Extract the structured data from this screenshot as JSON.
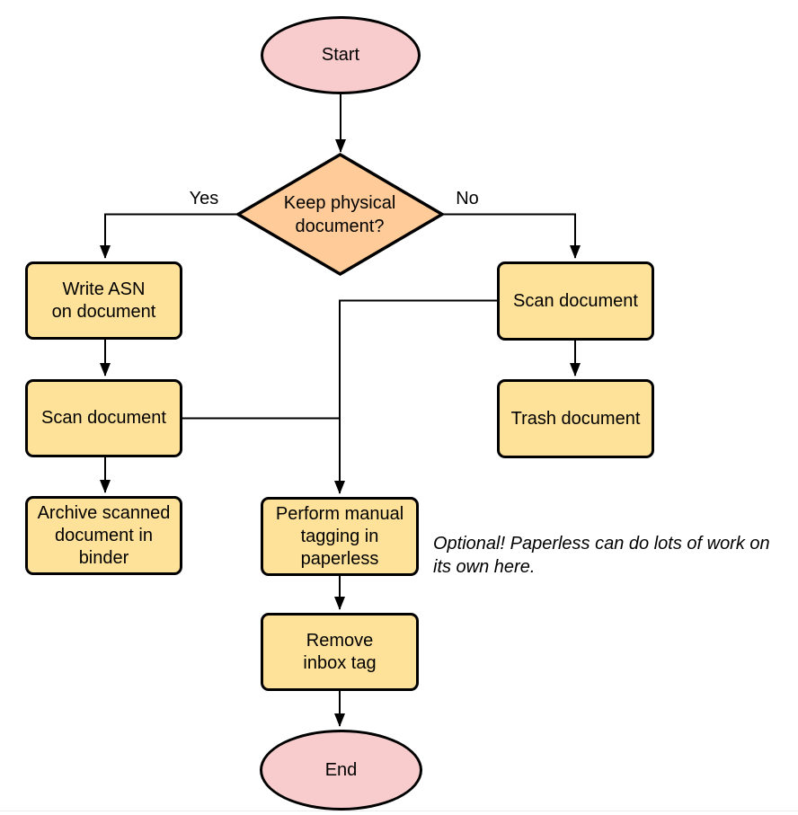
{
  "colors": {
    "process_fill": "#FFE299",
    "terminal_fill": "#F8CCCC",
    "decision_fill": "#FFCC99",
    "stroke": "#000000"
  },
  "nodes": {
    "start": {
      "type": "terminal",
      "label": "Start"
    },
    "decision": {
      "type": "decision",
      "label": "Keep physical\ndocument?"
    },
    "write_asn": {
      "type": "process",
      "label": "Write ASN\non document"
    },
    "scan_left": {
      "type": "process",
      "label": "Scan document"
    },
    "archive": {
      "type": "process",
      "label": "Archive scanned\ndocument in\nbinder"
    },
    "scan_right": {
      "type": "process",
      "label": "Scan document"
    },
    "trash": {
      "type": "process",
      "label": "Trash document"
    },
    "tagging": {
      "type": "process",
      "label": "Perform manual\ntagging in\npaperless"
    },
    "remove_inbox": {
      "type": "process",
      "label": "Remove\ninbox tag"
    },
    "end": {
      "type": "terminal",
      "label": "End"
    }
  },
  "edges": [
    {
      "from": "start",
      "to": "decision",
      "label": ""
    },
    {
      "from": "decision",
      "to": "write_asn",
      "label": "Yes"
    },
    {
      "from": "decision",
      "to": "scan_right",
      "label": "No"
    },
    {
      "from": "write_asn",
      "to": "scan_left",
      "label": ""
    },
    {
      "from": "scan_left",
      "to": "archive",
      "label": ""
    },
    {
      "from": "scan_right",
      "to": "trash",
      "label": ""
    },
    {
      "from": "scan_right",
      "to": "tagging",
      "label": ""
    },
    {
      "from": "scan_left",
      "to": "tagging",
      "label": ""
    },
    {
      "from": "tagging",
      "to": "remove_inbox",
      "label": ""
    },
    {
      "from": "remove_inbox",
      "to": "end",
      "label": ""
    }
  ],
  "annotation": {
    "text": "Optional! Paperless can do lots of work on\nits own here."
  }
}
